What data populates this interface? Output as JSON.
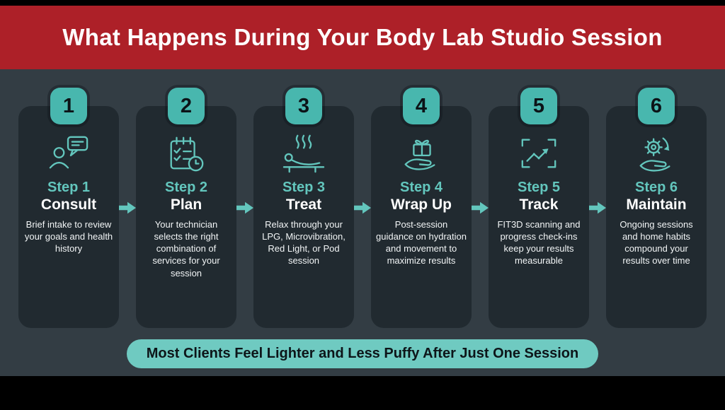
{
  "header": {
    "title": "What Happens During Your Body Lab Studio Session"
  },
  "steps": [
    {
      "number": "1",
      "label": "Step 1",
      "title": "Consult",
      "icon": "consult-icon",
      "description": "Brief intake to review your goals and health history"
    },
    {
      "number": "2",
      "label": "Step 2",
      "title": "Plan",
      "icon": "plan-icon",
      "description": "Your technician selects the right combination of services for your session"
    },
    {
      "number": "3",
      "label": "Step 3",
      "title": "Treat",
      "icon": "treat-icon",
      "description": "Relax through your LPG, Microvibration, Red Light, or Pod session"
    },
    {
      "number": "4",
      "label": "Step 4",
      "title": "Wrap Up",
      "icon": "gift-hand-icon",
      "description": "Post-session guidance on hydration and movement to maximize results"
    },
    {
      "number": "5",
      "label": "Step 5",
      "title": "Track",
      "icon": "scan-progress-icon",
      "description": "FIT3D scanning and progress check-ins keep your results measurable"
    },
    {
      "number": "6",
      "label": "Step 6",
      "title": "Maintain",
      "icon": "gear-hand-icon",
      "description": "Ongoing sessions and home habits compound your results over time"
    }
  ],
  "footer": {
    "banner": "Most Clients Feel Lighter and Less Puffy After Just One Session"
  },
  "colors": {
    "header_red": "#ad2028",
    "background": "#333d44",
    "card_background": "#212a30",
    "accent_teal": "#63c6bd",
    "badge_teal": "#48b7ae",
    "pill_teal": "#6fcac1",
    "text_white": "#ffffff",
    "text_dark": "#0d1519"
  }
}
